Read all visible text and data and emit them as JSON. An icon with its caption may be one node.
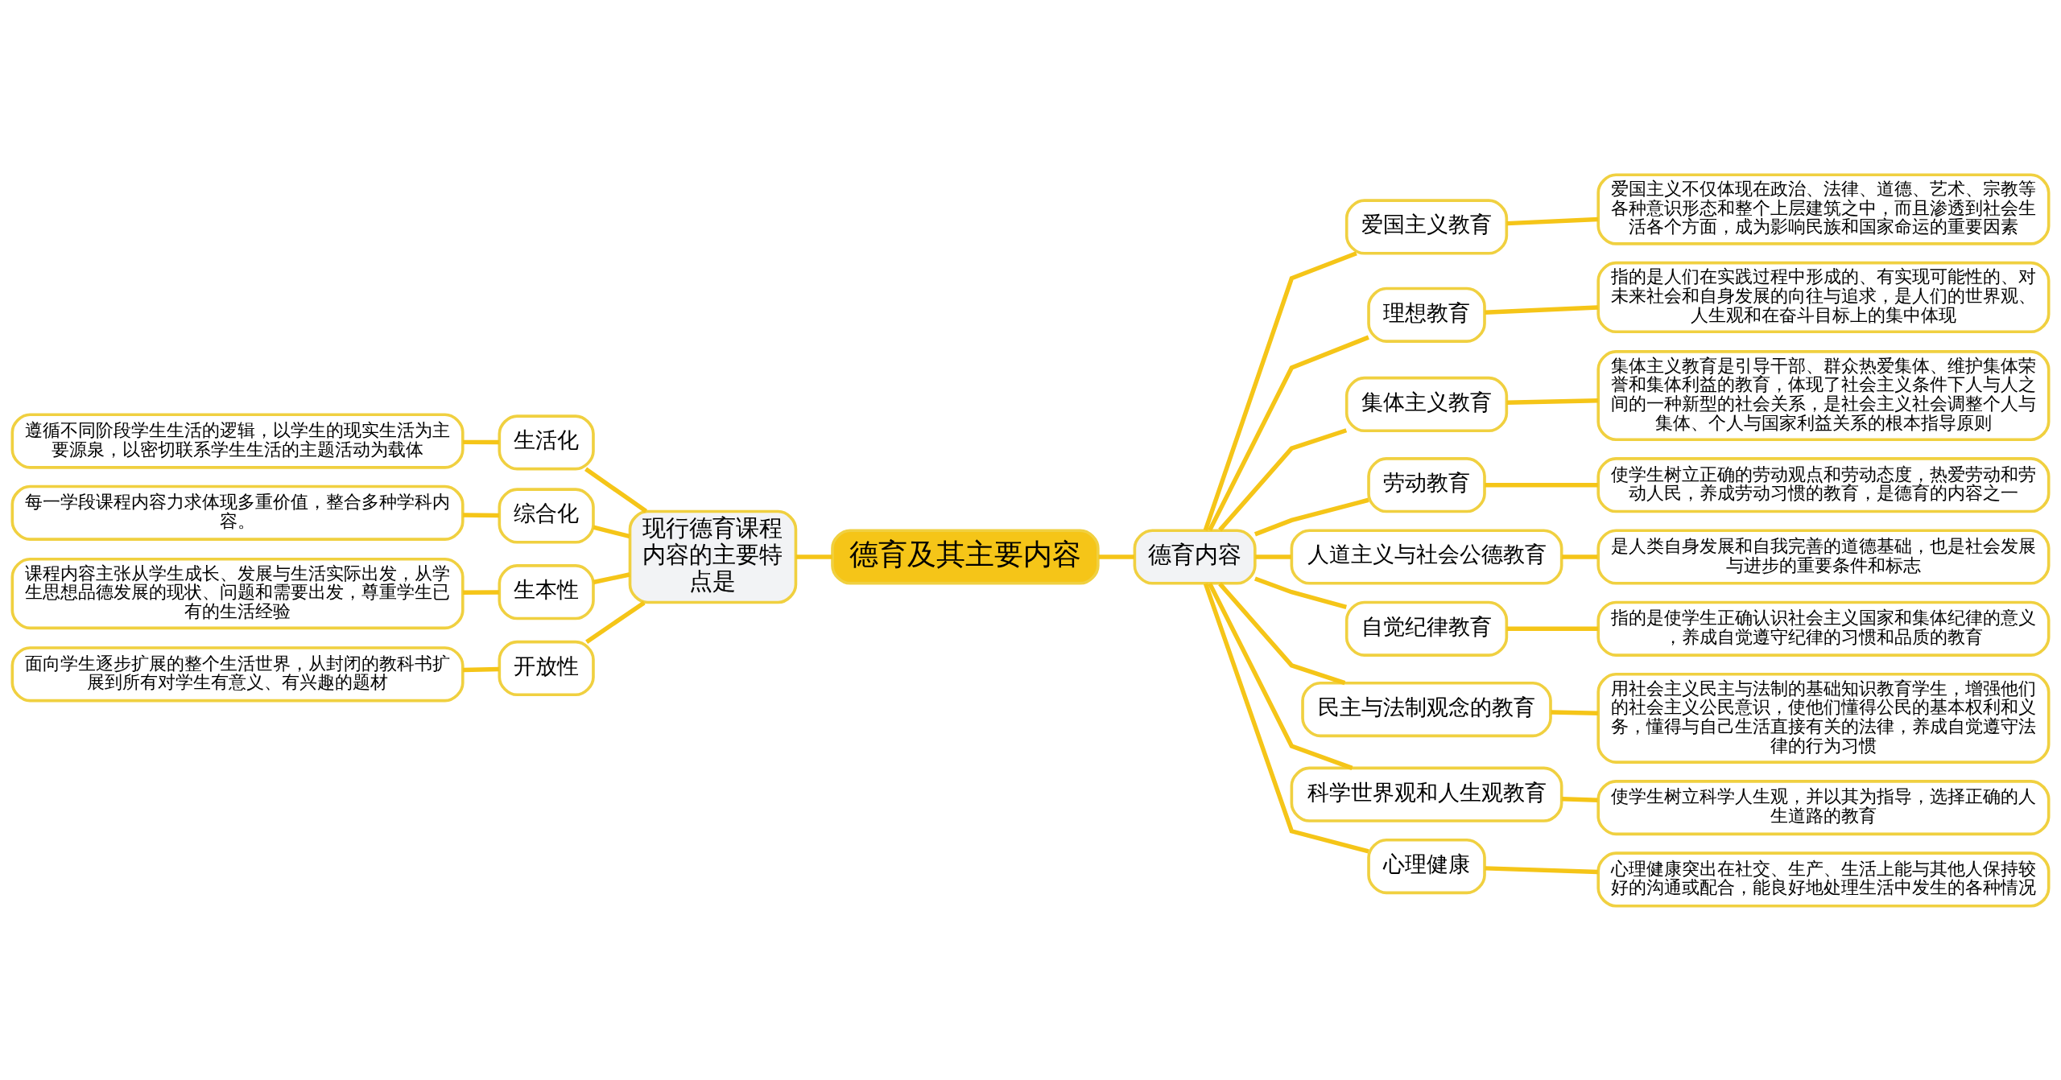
{
  "diagram": {
    "nodes": [
      {
        "text": [
          "德育及其主要内容"
        ]
      },
      {
        "text": [
          "现行德育课程内容的主要特点是"
        ]
      },
      {
        "text": [
          "生活化"
        ]
      },
      {
        "text": [
          "遵循不同阶段学生生活的逻辑，以学生的现实生活为主要源泉，以密切联系学生生活的主题活动为载体"
        ]
      },
      {
        "text": [
          "综合化"
        ]
      },
      {
        "text": [
          "每一学段课程内容力求体现多重价值，整合多种学科内容。"
        ]
      },
      {
        "text": [
          "生本性"
        ]
      },
      {
        "text": [
          "课程内容主张从学生成长、发展与生活实际出发，从学生思想品德发展的现状、问题和需要出发，尊重学生已有的生活经验"
        ]
      },
      {
        "text": [
          "开放性"
        ]
      },
      {
        "text": [
          "面向学生逐步扩展的整个生活世界，从封闭的教科书扩展到所有对学生有意义、有兴趣的题材"
        ]
      },
      {
        "text": [
          "德育内容"
        ]
      },
      {
        "text": [
          "爱国主义教育"
        ]
      },
      {
        "text": [
          "爱国主义不仅体现在政治、法律、道德、艺术、宗教等各种意识形态和整个上层建筑之中，而且渗透到社会生活各个方面，成为影响民族和国家命运的重要因素"
        ]
      },
      {
        "text": [
          "理想教育"
        ]
      },
      {
        "text": [
          "指的是人们在实践过程中形成的、有实现可能性的、对未来社会和自身发展的向往与追求，是人们的世界观、人生观和在奋斗目标上的集中体现"
        ]
      },
      {
        "text": [
          "集体主义教育"
        ]
      },
      {
        "text": [
          "集体主义教育是引导干部、群众热爱集体、维护集体荣誉和集体利益的教育，体现了社会主义条件下人与人之间的一种新型的社会关系，是社会主义社会调整个人与集体、个人与国家利益关系的根本指导原则"
        ]
      },
      {
        "text": [
          "劳动教育"
        ]
      },
      {
        "text": [
          "使学生树立正确的劳动观点和劳动态度，热爱劳动和劳动人民，养成劳动习惯的教育，是德育的内容之一"
        ]
      },
      {
        "text": [
          "人道主义与社会公德教育"
        ]
      },
      {
        "text": [
          "是人类自身发展和自我完善的道德基础，也是社会发展与进步的重要条件和标志"
        ]
      },
      {
        "text": [
          "自觉纪律教育"
        ]
      },
      {
        "text": [
          "指的是使学生正确认识社会主义国家和集体纪律的意义，养成自觉遵守纪律的习惯和品质的教育"
        ]
      },
      {
        "text": [
          "民主与法制观念的教育"
        ]
      },
      {
        "text": [
          "用社会主义民主与法制的基础知识教育学生，增强他们的社会主义公民意识，使他们懂得公民的基本权利和义务，懂得与自己生活直接有关的法律，养成自觉遵守法律的行为习惯"
        ]
      },
      {
        "text": [
          "科学世界观和人生观教育"
        ]
      },
      {
        "text": [
          "使学生树立科学人生观，并以其为指导，选择正确的人生道路的教育"
        ]
      },
      {
        "text": [
          "心理健康"
        ]
      },
      {
        "text": [
          "心理健康突出在社交、生产、生活上能与其他人保持较好的沟通或配合，能良好地处理生活中发生的各种情况"
        ]
      }
    ],
    "edges": [
      {
        "from": 0,
        "to": 1,
        "arrow": "none"
      },
      {
        "from": 1,
        "to": 2,
        "arrow": "none"
      },
      {
        "from": 2,
        "to": 3,
        "arrow": "none"
      },
      {
        "from": 1,
        "to": 4,
        "arrow": "none"
      },
      {
        "from": 4,
        "to": 5,
        "arrow": "none"
      },
      {
        "from": 1,
        "to": 6,
        "arrow": "none"
      },
      {
        "from": 6,
        "to": 7,
        "arrow": "none"
      },
      {
        "from": 1,
        "to": 8,
        "arrow": "none"
      },
      {
        "from": 8,
        "to": 9,
        "arrow": "none"
      },
      {
        "from": 0,
        "to": 10,
        "arrow": "none"
      },
      {
        "from": 10,
        "to": 11,
        "arrow": "none"
      },
      {
        "from": 11,
        "to": 12,
        "arrow": "none"
      },
      {
        "from": 10,
        "to": 13,
        "arrow": "none"
      },
      {
        "from": 13,
        "to": 14,
        "arrow": "none"
      },
      {
        "from": 10,
        "to": 15,
        "arrow": "none"
      },
      {
        "from": 15,
        "to": 16,
        "arrow": "none"
      },
      {
        "from": 10,
        "to": 17,
        "arrow": "none"
      },
      {
        "from": 17,
        "to": 18,
        "arrow": "none"
      },
      {
        "from": 10,
        "to": 19,
        "arrow": "none"
      },
      {
        "from": 19,
        "to": 20,
        "arrow": "none"
      },
      {
        "from": 10,
        "to": 21,
        "arrow": "none"
      },
      {
        "from": 21,
        "to": 22,
        "arrow": "none"
      },
      {
        "from": 10,
        "to": 23,
        "arrow": "none"
      },
      {
        "from": 23,
        "to": 24,
        "arrow": "none"
      },
      {
        "from": 10,
        "to": 25,
        "arrow": "none"
      },
      {
        "from": 25,
        "to": 26,
        "arrow": "none"
      },
      {
        "from": 10,
        "to": 27,
        "arrow": "none"
      },
      {
        "from": 27,
        "to": 28,
        "arrow": "none"
      }
    ]
  }
}
